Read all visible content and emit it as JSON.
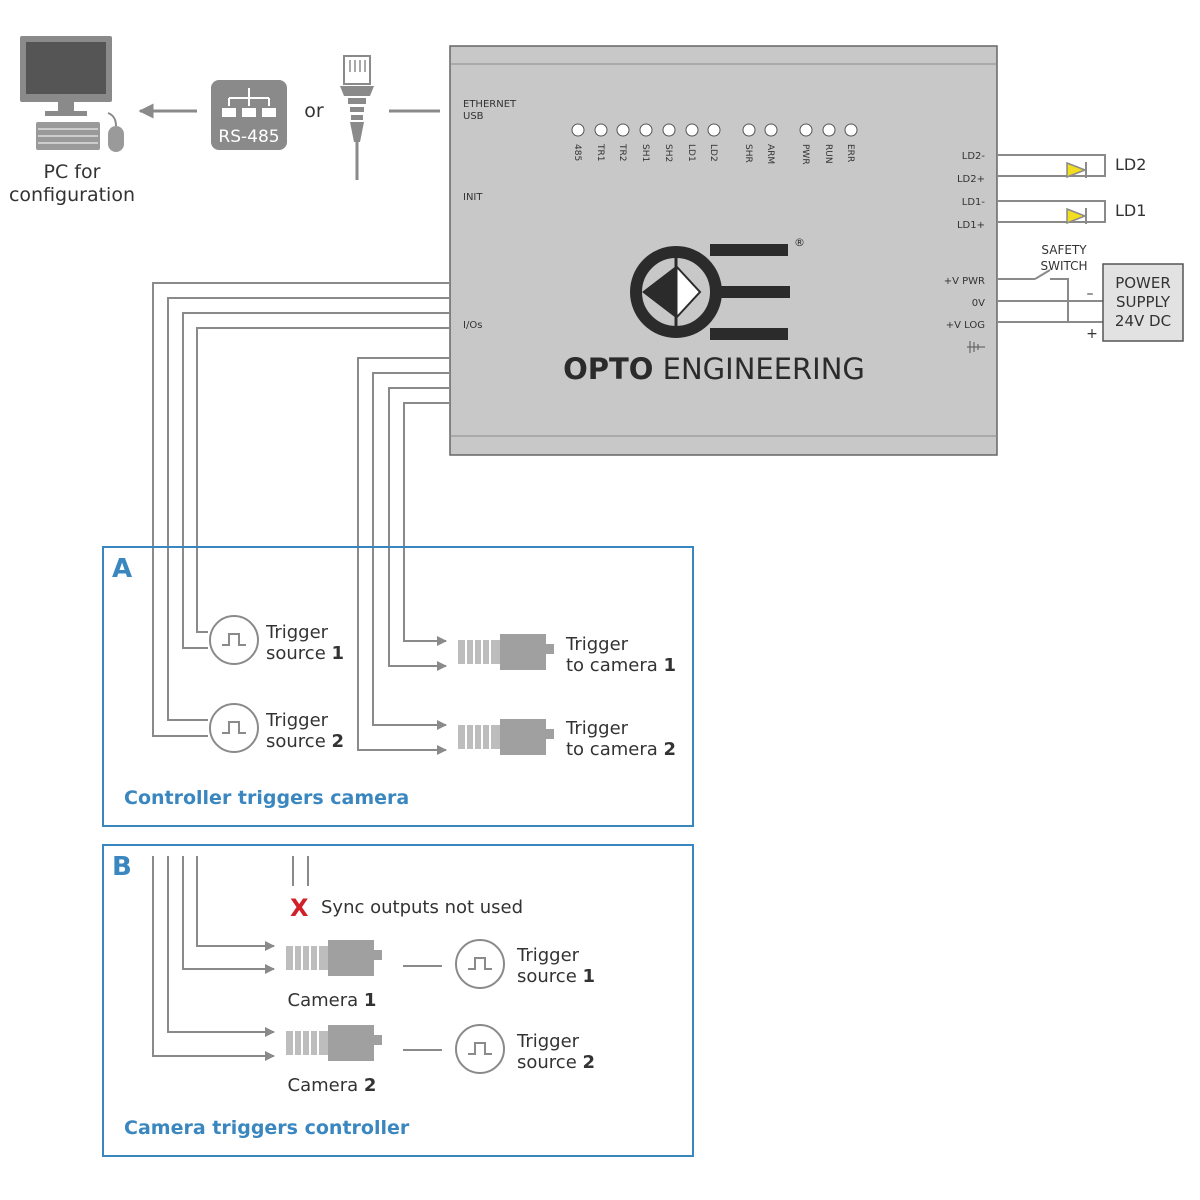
{
  "colors": {
    "wire": "#8a8a8a",
    "controller_fill": "#c8c8c8",
    "controller_stroke": "#666666",
    "accent_blue": "#3a87c0",
    "diode_yellow": "#f3dd1f",
    "cross_red": "#d0202a",
    "text_dark": "#333333"
  },
  "pc": {
    "icon": "desktop-computer-icon",
    "label_line1": "PC for",
    "label_line2": "configuration"
  },
  "rs485": {
    "label": "RS-485",
    "icon": "network-icon"
  },
  "or_text": "or",
  "ethernet_connector": {
    "icon": "ethernet-plug-icon"
  },
  "controller": {
    "port_ethernet_line1": "ETHERNET",
    "port_ethernet_line2": "USB",
    "port_init": "INIT",
    "port_ios": "I/Os",
    "leds": [
      "485",
      "TR1",
      "TR2",
      "SH1",
      "SH2",
      "LD1",
      "LD2",
      "SHR",
      "ARM",
      "PWR",
      "RUN",
      "ERR"
    ],
    "logo_bold": "OPTO",
    "logo_light": " ENGINEERING",
    "logo_mark": "®",
    "right_ports": [
      "LD2-",
      "LD2+",
      "LD1-",
      "LD1+",
      "+V PWR",
      "0V",
      "+V LOG"
    ]
  },
  "lights": {
    "ld2": "LD2",
    "ld1": "LD1"
  },
  "safety_switch": {
    "line1": "SAFETY",
    "line2": "SWITCH"
  },
  "power_supply": {
    "line1": "POWER",
    "line2": "SUPPLY",
    "line3": "24V DC",
    "minus": "–",
    "plus": "+"
  },
  "panel_a": {
    "letter": "A",
    "caption": "Controller triggers camera",
    "trigger_source_1": {
      "line1": "Trigger",
      "line2": "source ",
      "num": "1"
    },
    "trigger_source_2": {
      "line1": "Trigger",
      "line2": "source ",
      "num": "2"
    },
    "camera_1": {
      "line1": "Trigger",
      "line2": "to camera ",
      "num": "1"
    },
    "camera_2": {
      "line1": "Trigger",
      "line2": "to camera ",
      "num": "2"
    }
  },
  "panel_b": {
    "letter": "B",
    "caption": "Camera triggers controller",
    "cross": "X",
    "not_used": "Sync outputs not used",
    "camera_1": {
      "label": "Camera ",
      "num": "1"
    },
    "camera_2": {
      "label": "Camera ",
      "num": "2"
    },
    "trigger_source_1": {
      "line1": "Trigger",
      "line2": "source ",
      "num": "1"
    },
    "trigger_source_2": {
      "line1": "Trigger",
      "line2": "source ",
      "num": "2"
    }
  }
}
